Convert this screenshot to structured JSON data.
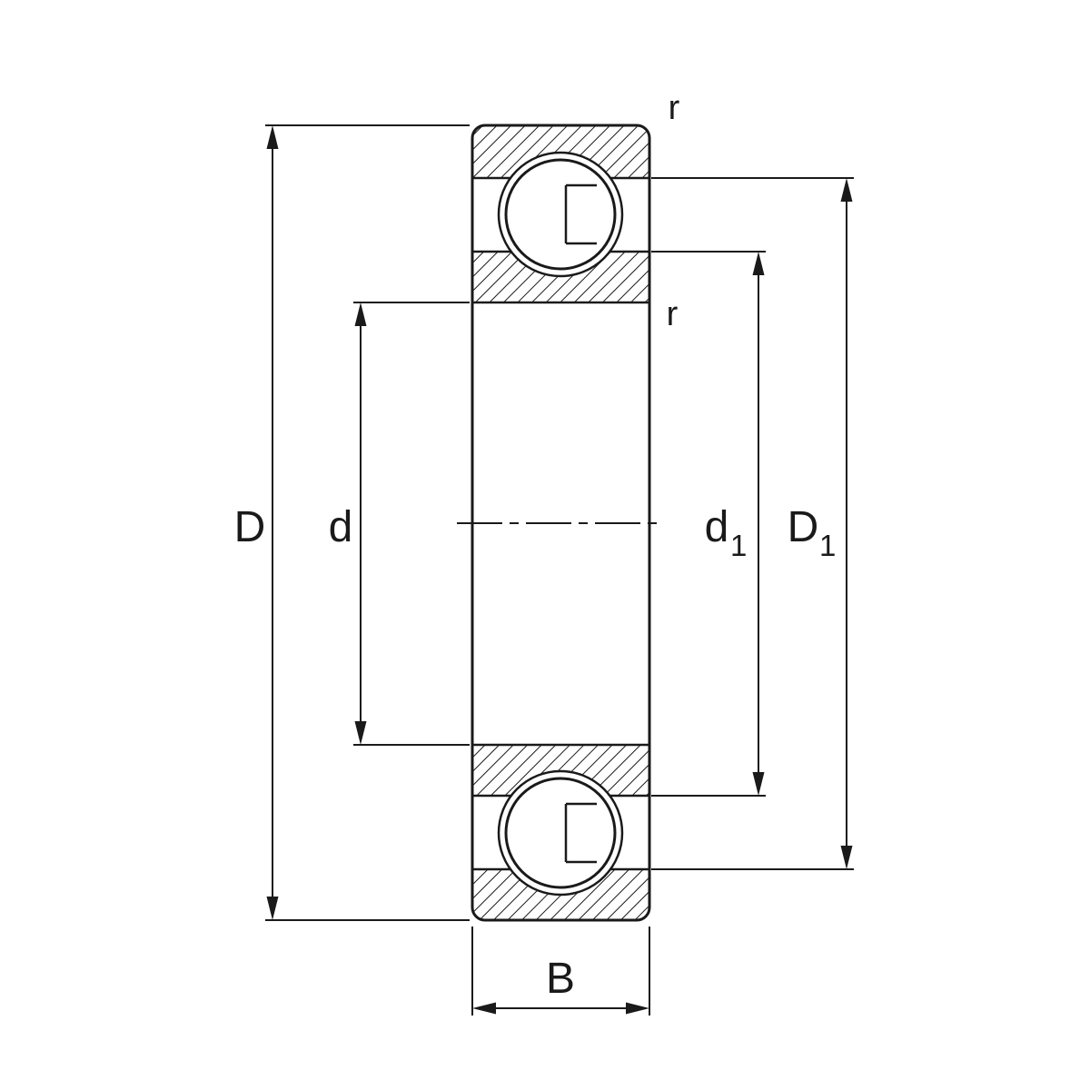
{
  "diagram": {
    "type": "technical-drawing",
    "subject": "deep-groove-ball-bearing-axial-cross-section",
    "colors": {
      "line": "#1a1a1a",
      "background": "#ffffff"
    },
    "labels": {
      "outer_diameter": "D",
      "bore_diameter": "d",
      "inner_ring_shoulder": {
        "base": "d",
        "sub": "1"
      },
      "outer_ring_shoulder": {
        "base": "D",
        "sub": "1"
      },
      "width": "B",
      "chamfer_radius_outer": "r",
      "chamfer_radius_inner": "r"
    }
  }
}
